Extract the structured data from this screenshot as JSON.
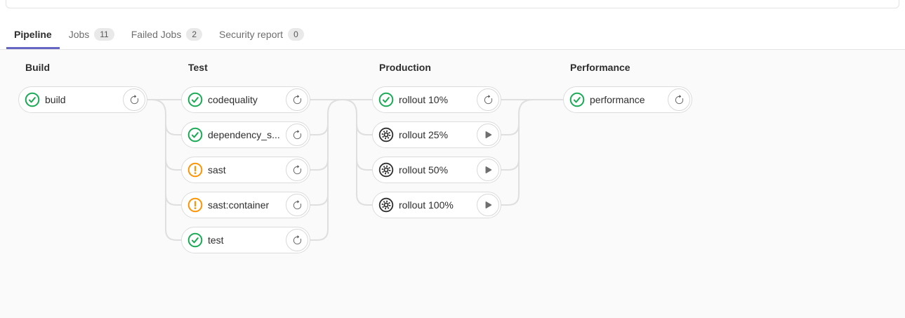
{
  "tabs": {
    "items": [
      {
        "label": "Pipeline",
        "badge": null,
        "active": true
      },
      {
        "label": "Jobs",
        "badge": "11",
        "active": false
      },
      {
        "label": "Failed Jobs",
        "badge": "2",
        "active": false
      },
      {
        "label": "Security report",
        "badge": "0",
        "active": false
      }
    ]
  },
  "pipeline": {
    "stages": [
      {
        "name": "Build",
        "jobs": [
          {
            "label": "build",
            "status": "success",
            "action": "retry"
          }
        ]
      },
      {
        "name": "Test",
        "jobs": [
          {
            "label": "codequality",
            "status": "success",
            "action": "retry"
          },
          {
            "label": "dependency_s...",
            "status": "success",
            "action": "retry"
          },
          {
            "label": "sast",
            "status": "warning",
            "action": "retry"
          },
          {
            "label": "sast:container",
            "status": "warning",
            "action": "retry"
          },
          {
            "label": "test",
            "status": "success",
            "action": "retry"
          }
        ]
      },
      {
        "name": "Production",
        "jobs": [
          {
            "label": "rollout 10%",
            "status": "success",
            "action": "retry"
          },
          {
            "label": "rollout 25%",
            "status": "manual",
            "action": "play"
          },
          {
            "label": "rollout 50%",
            "status": "manual",
            "action": "play"
          },
          {
            "label": "rollout 100%",
            "status": "manual",
            "action": "play"
          }
        ]
      },
      {
        "name": "Performance",
        "jobs": [
          {
            "label": "performance",
            "status": "success",
            "action": "retry"
          }
        ]
      }
    ]
  },
  "colors": {
    "success": "#1aaa55",
    "warning": "#fc9403",
    "manual": "#2e2e2e",
    "accent": "#6666c4",
    "connector": "#dfdfdf",
    "retry_icon": "#5b5b5b",
    "play_icon": "#6e6e6e"
  }
}
